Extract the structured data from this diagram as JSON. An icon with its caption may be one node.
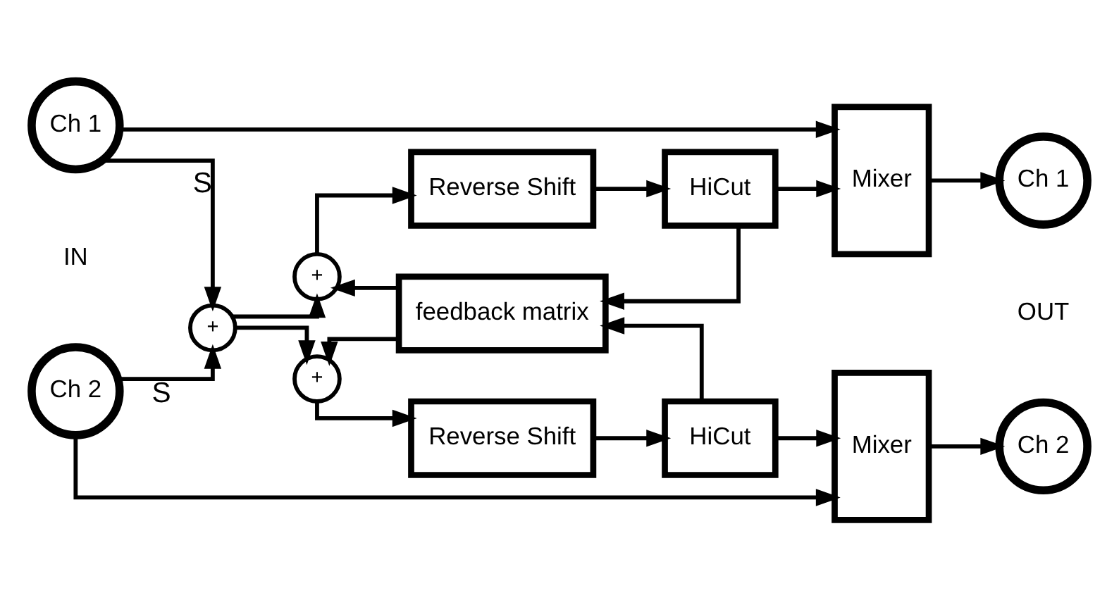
{
  "diagram": {
    "nodes": [
      {
        "text": [
          "Ch 1"
        ]
      },
      {
        "text": [
          "Reverse Shift"
        ]
      },
      {
        "text": [
          "HiCut"
        ]
      },
      {
        "text": [
          "Mixer"
        ]
      },
      {
        "text": [
          "Ch 1"
        ]
      },
      {
        "text": [
          "+"
        ]
      },
      {
        "text": [
          "+"
        ]
      },
      {
        "text": [
          "feedback matrix"
        ]
      },
      {
        "text": [
          "+"
        ]
      },
      {
        "text": [
          "Ch 2"
        ]
      },
      {
        "text": [
          "Reverse Shift"
        ]
      },
      {
        "text": [
          "HiCut"
        ]
      },
      {
        "text": [
          "Mixer"
        ]
      },
      {
        "text": [
          "Ch 2"
        ]
      }
    ],
    "edges": [
      {
        "from": 0,
        "to": 6,
        "arrow": "to",
        "label": "S"
      },
      {
        "from": 0,
        "to": 3,
        "arrow": "to"
      },
      {
        "from": 9,
        "to": 6,
        "arrow": "to",
        "label": "S"
      },
      {
        "from": 9,
        "to": 12,
        "arrow": "to"
      },
      {
        "from": 6,
        "to": 5,
        "arrow": "to"
      },
      {
        "from": 6,
        "to": 8,
        "arrow": "to"
      },
      {
        "from": 5,
        "to": 1,
        "arrow": "to"
      },
      {
        "from": 1,
        "to": 2,
        "arrow": "to"
      },
      {
        "from": 2,
        "to": 3,
        "arrow": "to"
      },
      {
        "from": 2,
        "to": 7,
        "arrow": "to"
      },
      {
        "from": 7,
        "to": 5,
        "arrow": "to"
      },
      {
        "from": 3,
        "to": 4,
        "arrow": "to"
      },
      {
        "from": 8,
        "to": 10,
        "arrow": "to"
      },
      {
        "from": 10,
        "to": 11,
        "arrow": "to"
      },
      {
        "from": 11,
        "to": 12,
        "arrow": "to"
      },
      {
        "from": 11,
        "to": 7,
        "arrow": "to"
      },
      {
        "from": 7,
        "to": 8,
        "arrow": "to"
      },
      {
        "from": 12,
        "to": 13,
        "arrow": "to"
      }
    ],
    "labels": [
      "IN",
      "OUT"
    ]
  }
}
